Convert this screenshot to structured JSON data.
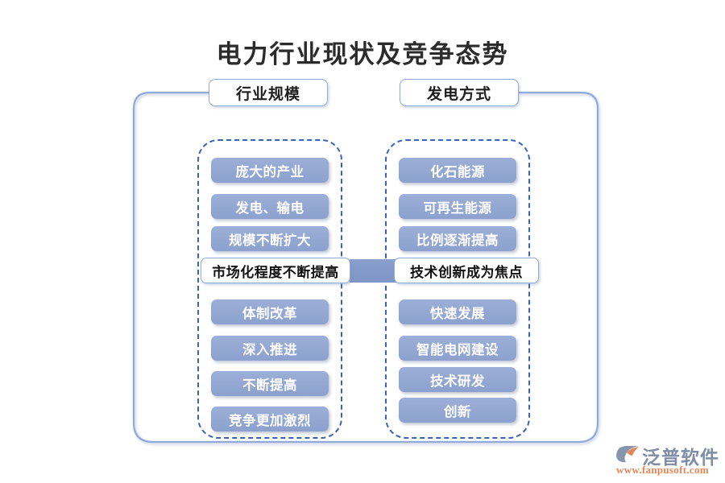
{
  "page": {
    "title": "电力行业现状及竞争态势",
    "background_color": "#ffffff"
  },
  "colors": {
    "pill_blue": "#93A7D2",
    "dashed_border": "#3B63B8",
    "frame_border": "#8FAADC",
    "connector_blue": "#8AA0CE",
    "title_text": "#2b2b2b",
    "logo_text": "#7E8CA6",
    "logo_url": "#E8845A"
  },
  "columns": [
    {
      "header": "行业规模",
      "items_top": [
        "庞大的产业",
        "发电、输电",
        "规模不断扩大"
      ],
      "highlight": "市场化程度不断提高",
      "items_bottom": [
        "体制改革",
        "深入推进",
        "不断提高",
        "竞争更加激烈"
      ]
    },
    {
      "header": "发电方式",
      "items_top": [
        "化石能源",
        "可再生能源",
        "比例逐渐提高"
      ],
      "highlight": "技术创新成为焦点",
      "items_bottom": [
        "快速发展",
        "智能电网建设",
        "技术研发",
        "创新"
      ]
    }
  ],
  "logo": {
    "name": "泛普软件",
    "url": "www.fanpusoft.com"
  }
}
